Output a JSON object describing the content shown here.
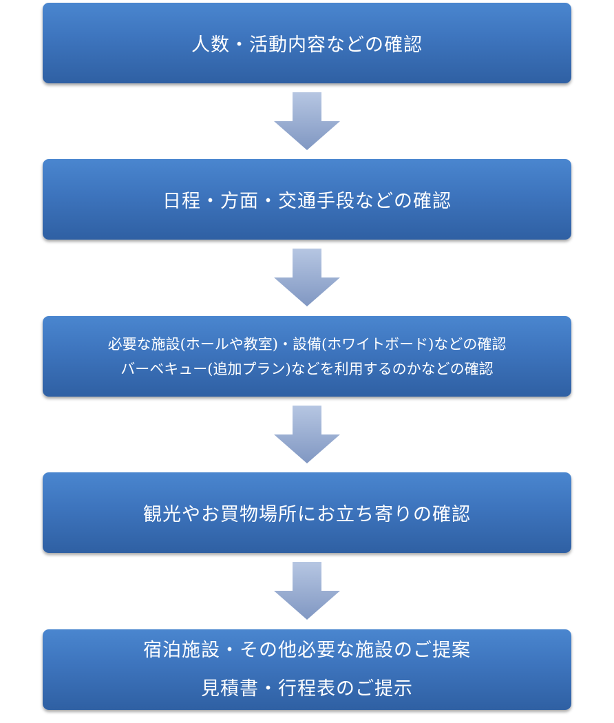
{
  "steps": [
    {
      "lines": [
        "人数・活動内容などの確認"
      ]
    },
    {
      "lines": [
        "日程・方面・交通手段などの確認"
      ]
    },
    {
      "lines": [
        "必要な施設(ホールや教室)・設備(ホワイトボード)などの確認",
        "バーベキュー(追加プラン)などを利用するのかなどの確認"
      ]
    },
    {
      "lines": [
        "観光やお買物場所にお立ち寄りの確認"
      ]
    },
    {
      "lines": [
        "宿泊施設・その他必要な施設のご提案",
        "見積書・行程表のご提示"
      ]
    }
  ],
  "colors": {
    "box_top": "#4a86cf",
    "box_bottom": "#2f60a3",
    "arrow_top": "#b6c6e2",
    "arrow_bottom": "#8097c2",
    "text": "#ffffff"
  },
  "icons": {
    "connector": "down-arrow-icon"
  }
}
